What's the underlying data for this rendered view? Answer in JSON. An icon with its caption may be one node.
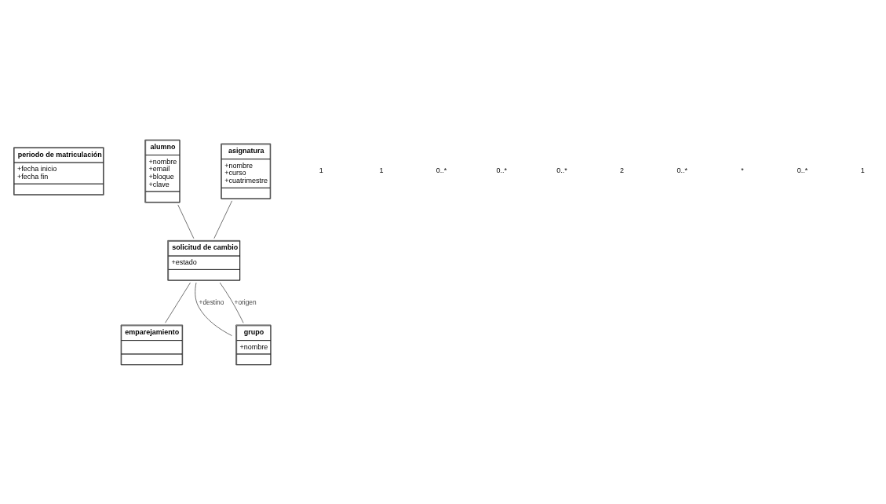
{
  "diagram": {
    "nodes": [
      {
        "text": [
          "periodo de matriculación",
          "+fecha inicio",
          "+fecha fin"
        ]
      },
      {
        "text": [
          "alumno",
          "+nombre",
          "+email",
          "+bloque",
          "+clave"
        ]
      },
      {
        "text": [
          "asignatura",
          "+nombre",
          "+curso",
          "+cuatrimestre"
        ]
      },
      {
        "text": [
          "solicitud de cambio",
          "+estado"
        ]
      },
      {
        "text": [
          "emparejamiento"
        ]
      },
      {
        "text": [
          "grupo",
          "+nombre"
        ]
      }
    ],
    "edges": [
      {
        "from": 1,
        "to": 3,
        "arrow": "none"
      },
      {
        "from": 3,
        "to": 2,
        "arrow": "none"
      },
      {
        "from": 3,
        "to": 4,
        "arrow": "none"
      },
      {
        "from": 3,
        "to": 5,
        "arrow": "none",
        "label": "+destino"
      },
      {
        "from": 3,
        "to": 5,
        "arrow": "none",
        "label": "+origen"
      }
    ],
    "labels": [
      "1",
      "1",
      "0..*",
      "0..*",
      "0..*",
      "2",
      "0..*",
      "*",
      "0..*",
      "1"
    ]
  }
}
